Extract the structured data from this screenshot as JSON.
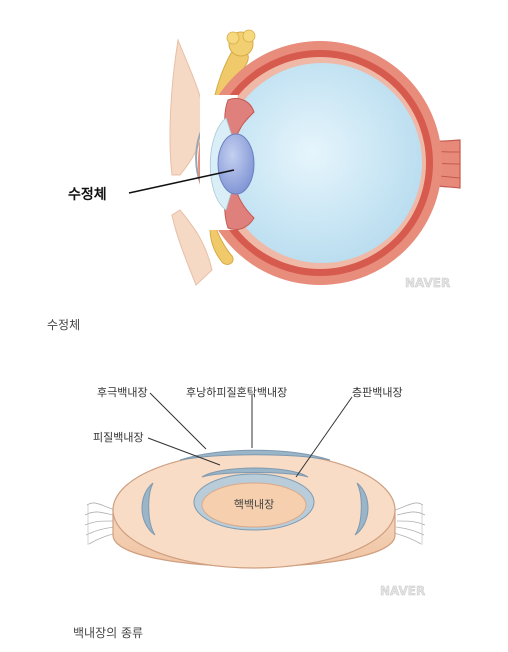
{
  "eye_figure": {
    "label_lens": "수정체",
    "watermark": "NAVER",
    "caption": "수정체"
  },
  "cataract_figure": {
    "labels": {
      "posterior_polar": "후극백내장",
      "posterior_subcapsular": "후낭하피질혼탁백내장",
      "lamellar": "층판백내장",
      "cortical": "피질백내장",
      "nuclear": "핵백내장"
    },
    "watermark": "NAVER",
    "caption": "백내장의 종류"
  },
  "colors": {
    "sclera_outer": "#e07a6a",
    "choroid": "#d9544a",
    "vitreous": "#c9e8f5",
    "lens_blue": "#8fa3db",
    "skin": "#f5d9c4",
    "lens_disc": "#f6d2b6",
    "opacity_band": "#9ab4c8"
  }
}
